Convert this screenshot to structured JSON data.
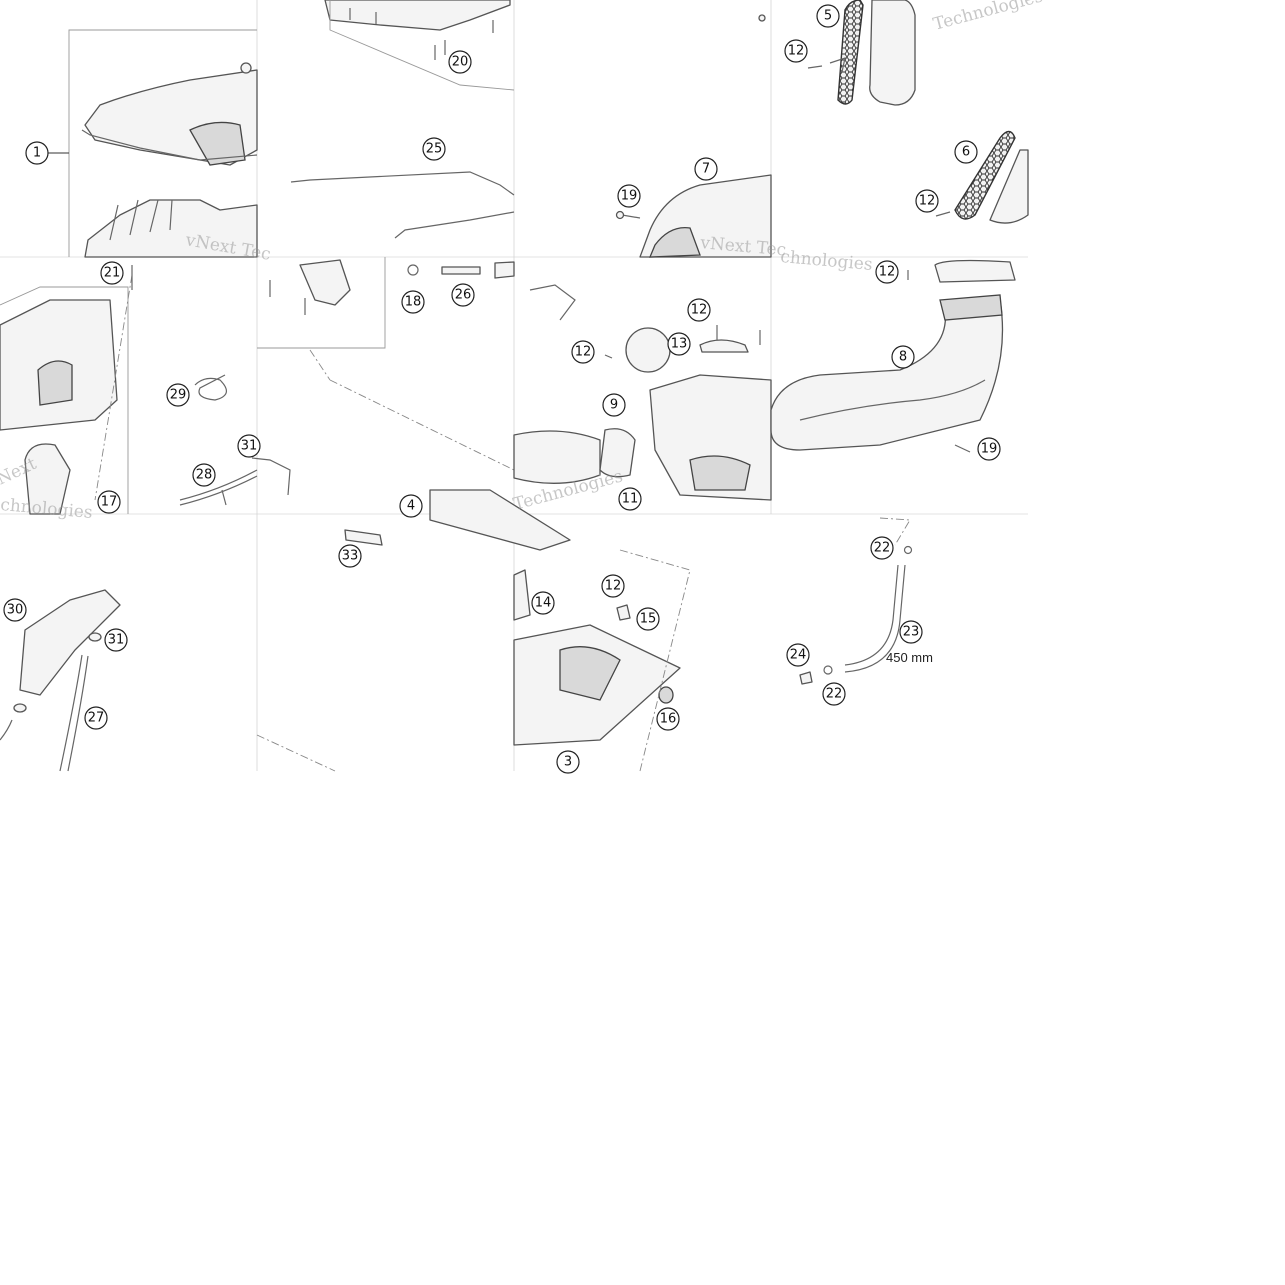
{
  "callouts": {
    "c1": "1",
    "c20": "20",
    "c25": "25",
    "c5": "5",
    "c12a": "12",
    "c7": "7",
    "c19a": "19",
    "c6": "6",
    "c12b": "12",
    "c21": "21",
    "c18": "18",
    "c26": "26",
    "c12c": "12",
    "c13": "13",
    "c12d": "12",
    "c12e": "12",
    "c8": "8",
    "c29": "29",
    "c9": "9",
    "c31a": "31",
    "c19b": "19",
    "c28": "28",
    "c17": "17",
    "c4": "4",
    "c11": "11",
    "c33": "33",
    "c22a": "22",
    "c12f": "12",
    "c14": "14",
    "c15": "15",
    "c23": "23",
    "c30": "30",
    "c31b": "31",
    "c24": "24",
    "c22b": "22",
    "c27": "27",
    "c16": "16",
    "c3": "3"
  },
  "dimension_label": "450 mm",
  "watermarks": {
    "w1": "vNext Tec",
    "w2": "vNext Tec",
    "w3": "Technologies",
    "w4": "chnologies",
    "w5": "Technologies",
    "w6": "Next",
    "w7": "chnologies"
  }
}
